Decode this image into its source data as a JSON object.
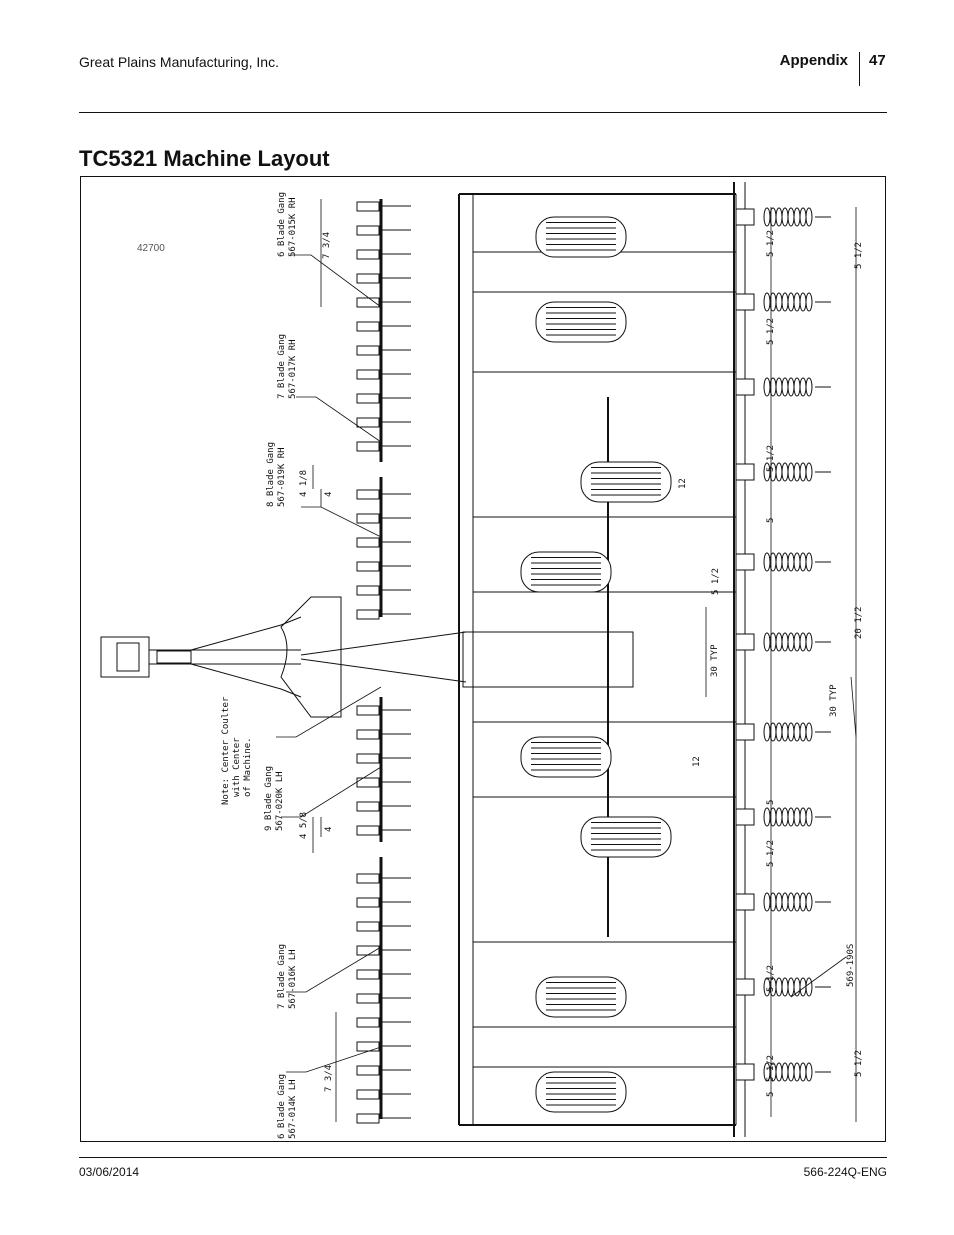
{
  "header": {
    "company": "Great Plains Manufacturing, Inc.",
    "section": "Appendix",
    "page_number": "47"
  },
  "title": "TC5321 Machine Layout",
  "figure": {
    "figure_id": "42700",
    "callouts": {
      "gang_015": [
        "6 Blade Gang",
        "567-015K RH"
      ],
      "gang_017": [
        "7 Blade Gang",
        "567-017K RH"
      ],
      "gang_019": [
        "8 Blade Gang",
        "567-019K RH"
      ],
      "note": [
        "Note: Center Coulter",
        "with Center",
        "of Machine."
      ],
      "gang_020": [
        "9 Blade Gang",
        "567-020K LH"
      ],
      "gang_016": [
        "7 Blade Gang",
        "567-016K LH"
      ],
      "gang_014": [
        "6 Blade Gang",
        "567-014K LH"
      ]
    },
    "dimensions": {
      "d_7_3_4_top": "7 3/4",
      "d_4_1_8": "4 1/8",
      "d_4_top": "4",
      "d_4_5_8": "4 5/8",
      "d_4_bottom": "4",
      "d_7_3_4_bottom": "7 3/4",
      "d_12_top": "12",
      "d_12_bottom": "12",
      "d_30_typ_mid": "30 TYP",
      "d_30_typ_right": "30 TYP",
      "d_20_1_2": "20 1/2",
      "d_5_1_2": "5 1/2",
      "d_5": "5",
      "part_569_190s": "569-190S"
    }
  }
}
